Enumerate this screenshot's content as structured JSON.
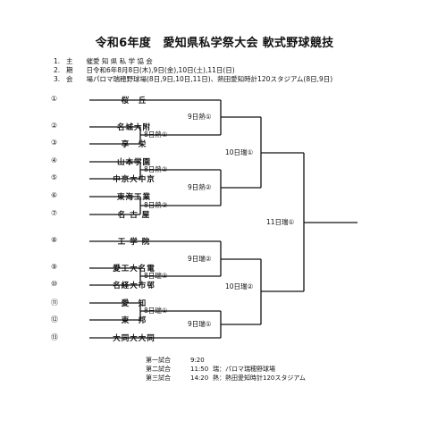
{
  "title": "令和6年度　愛知県私学祭大会 軟式野球競技",
  "info": [
    {
      "num": "1.",
      "key": "主　　催",
      "val": "愛 知 県 私 学 協 会"
    },
    {
      "num": "2.",
      "key": "期　　日",
      "val": "令和6年8月8日(木),9日(金),10日(土),11日(日)"
    },
    {
      "num": "3.",
      "key": "会　　場",
      "val": "パロマ瑞穂野球場(8日,9日,10日,11日)、熱田愛知時計120スタジアム(8日,9日)"
    }
  ],
  "teams": [
    {
      "num": "①",
      "name": "桜　丘"
    },
    {
      "num": "②",
      "name": "名城大附"
    },
    {
      "num": "③",
      "name": "享　栄"
    },
    {
      "num": "④",
      "name": "山本学園"
    },
    {
      "num": "⑤",
      "name": "中京大中京"
    },
    {
      "num": "⑥",
      "name": "東海工業"
    },
    {
      "num": "⑦",
      "name": "名 古 屋"
    },
    {
      "num": "⑧",
      "name": "工 学 院"
    },
    {
      "num": "⑨",
      "name": "愛工大名電"
    },
    {
      "num": "⑩",
      "name": "名経大市邨"
    },
    {
      "num": "⑪",
      "name": "愛　知"
    },
    {
      "num": "⑫",
      "name": "東　邦"
    },
    {
      "num": "⑬",
      "name": "大同大大同"
    }
  ],
  "matches": {
    "r1_a": "8日熱①",
    "r1_b": "8日熱②",
    "r1_c": "8日熱③",
    "r1_d": "8日瑞②",
    "r1_e": "8日瑞①",
    "r2_a": "9日熱①",
    "r2_b": "9日熱②",
    "r2_c": "9日瑞②",
    "r2_d": "9日瑞①",
    "sf_a": "10日瑞①",
    "sf_b": "10日瑞②",
    "final": "11日瑞①"
  },
  "schedule": [
    {
      "game": "第一試合",
      "time": "9:20",
      "note": ""
    },
    {
      "game": "第二試合",
      "time": "11:50",
      "note": "瑞：パロマ瑞穂野球場"
    },
    {
      "game": "第三試合",
      "time": "14:20",
      "note": "熱：熱田愛知時計120スタジアム"
    }
  ]
}
